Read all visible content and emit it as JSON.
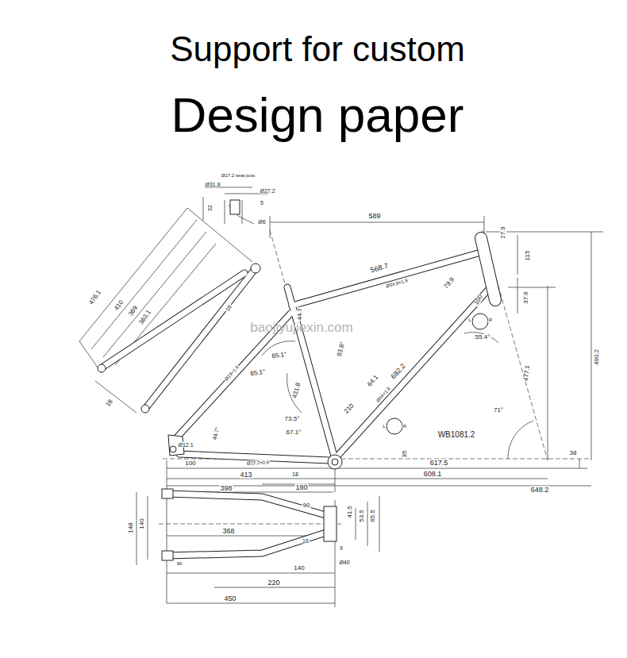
{
  "diagram": {
    "title": "Design paper",
    "labels": [
      "Support for custom",
      "baojiyujiexin.com",
      "Ø27.2 seat post",
      "Ø31.8",
      "Ø27.2",
      "32",
      "5",
      "Ø6",
      "589",
      "27.9",
      "115",
      "37.6",
      "568.7",
      "Ø34.9×1.8",
      "44.7",
      "79.9",
      "100",
      "55.4°",
      "93.8°",
      "65.1°",
      "65.1°",
      "431.8",
      "682.2",
      "Ø44×1.8",
      "64.1",
      "210",
      "73.5°",
      "67.1°",
      "490.2",
      "477.1",
      "71°",
      "WB1081.2",
      "L",
      "R",
      "L",
      "R",
      "35",
      "617.5",
      "608.1",
      "648.2",
      "38",
      "Ø12.1",
      "100",
      "Ø22.2×0.9",
      "413",
      "18",
      "180",
      "44.7°",
      "Ø19×1.6",
      "476.1",
      "410",
      "369",
      "363.1",
      "18",
      "16",
      "398",
      "90",
      "41.5",
      "53.5",
      "65.5",
      "148",
      "140",
      "90",
      "368",
      "16",
      "9",
      "140",
      "Ø40",
      "220",
      "450"
    ]
  }
}
